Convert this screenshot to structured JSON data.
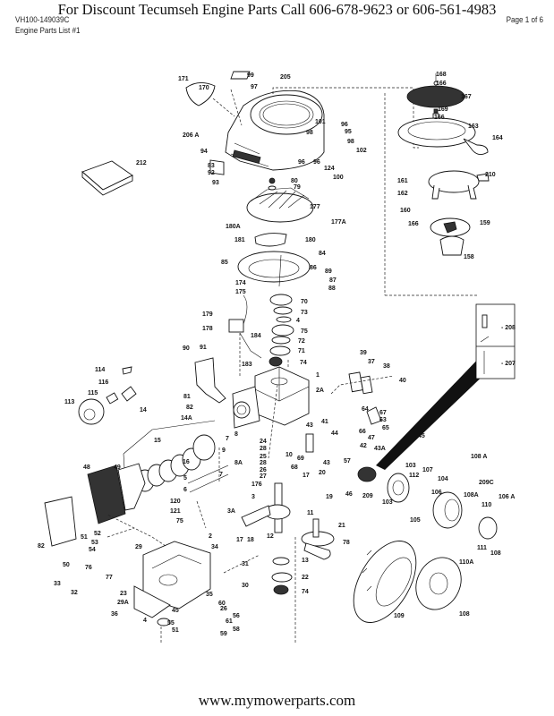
{
  "header": {
    "title": "For  Discount Tecumseh Engine Parts Call 606-678-9623 or 606-561-4983",
    "model": "VH100-149039C",
    "list_name": "Engine Parts List #1",
    "page": "Page 1 of 6"
  },
  "footer": {
    "url": "www.mymowerparts.com"
  },
  "diagram": {
    "title": "Exploded engine parts diagram",
    "inset_labels": [
      "208",
      "207"
    ],
    "callouts": [
      {
        "id": "c171",
        "label": "171"
      },
      {
        "id": "c170",
        "label": "170"
      },
      {
        "id": "c99",
        "label": "99"
      },
      {
        "id": "c97",
        "label": "97"
      },
      {
        "id": "c205",
        "label": "205"
      },
      {
        "id": "c206a",
        "label": "206 A"
      },
      {
        "id": "c94",
        "label": "94"
      },
      {
        "id": "c83a",
        "label": "83"
      },
      {
        "id": "c92",
        "label": "92"
      },
      {
        "id": "c93",
        "label": "93"
      },
      {
        "id": "c101",
        "label": "101"
      },
      {
        "id": "c96",
        "label": "96"
      },
      {
        "id": "c95",
        "label": "95"
      },
      {
        "id": "c98a",
        "label": "98"
      },
      {
        "id": "c98b",
        "label": "98"
      },
      {
        "id": "c102",
        "label": "102"
      },
      {
        "id": "c96b",
        "label": "96"
      },
      {
        "id": "c96c",
        "label": "96"
      },
      {
        "id": "c124",
        "label": "124"
      },
      {
        "id": "c100",
        "label": "100"
      },
      {
        "id": "c212",
        "label": "212"
      },
      {
        "id": "c80",
        "label": "80"
      },
      {
        "id": "c79",
        "label": "79"
      },
      {
        "id": "c177",
        "label": "177"
      },
      {
        "id": "c177a",
        "label": "177A"
      },
      {
        "id": "c180a",
        "label": "180A"
      },
      {
        "id": "c181",
        "label": "181"
      },
      {
        "id": "c180",
        "label": "180"
      },
      {
        "id": "c84",
        "label": "84"
      },
      {
        "id": "c85",
        "label": "85"
      },
      {
        "id": "c86",
        "label": "86"
      },
      {
        "id": "c89",
        "label": "89"
      },
      {
        "id": "c87",
        "label": "87"
      },
      {
        "id": "c88",
        "label": "88"
      },
      {
        "id": "c174",
        "label": "174"
      },
      {
        "id": "c175",
        "label": "175"
      },
      {
        "id": "c70",
        "label": "70"
      },
      {
        "id": "c73",
        "label": "73"
      },
      {
        "id": "c4",
        "label": "4"
      },
      {
        "id": "c75",
        "label": "75"
      },
      {
        "id": "c72",
        "label": "72"
      },
      {
        "id": "c71",
        "label": "71"
      },
      {
        "id": "c74",
        "label": "74"
      },
      {
        "id": "c179",
        "label": "179"
      },
      {
        "id": "c178",
        "label": "178"
      },
      {
        "id": "c184",
        "label": "184"
      },
      {
        "id": "c183",
        "label": "183"
      },
      {
        "id": "c168",
        "label": "168"
      },
      {
        "id": "c166a",
        "label": "166"
      },
      {
        "id": "c167",
        "label": "167"
      },
      {
        "id": "c169",
        "label": "169"
      },
      {
        "id": "c166b",
        "label": "166"
      },
      {
        "id": "c163",
        "label": "163"
      },
      {
        "id": "c164",
        "label": "164"
      },
      {
        "id": "c161",
        "label": "161"
      },
      {
        "id": "c162",
        "label": "162"
      },
      {
        "id": "c210",
        "label": "210"
      },
      {
        "id": "c160",
        "label": "160"
      },
      {
        "id": "c166c",
        "label": "166"
      },
      {
        "id": "c159",
        "label": "159"
      },
      {
        "id": "c158",
        "label": "158"
      },
      {
        "id": "c90",
        "label": "90"
      },
      {
        "id": "c91",
        "label": "91"
      },
      {
        "id": "c114",
        "label": "114"
      },
      {
        "id": "c116",
        "label": "116"
      },
      {
        "id": "c115",
        "label": "115"
      },
      {
        "id": "c113",
        "label": "113"
      },
      {
        "id": "c81",
        "label": "81"
      },
      {
        "id": "c82a",
        "label": "82"
      },
      {
        "id": "c14",
        "label": "14"
      },
      {
        "id": "c14a",
        "label": "14A"
      },
      {
        "id": "c15",
        "label": "15"
      },
      {
        "id": "c16",
        "label": "16"
      },
      {
        "id": "c7a",
        "label": "7"
      },
      {
        "id": "c9",
        "label": "9"
      },
      {
        "id": "c8",
        "label": "8"
      },
      {
        "id": "c8a",
        "label": "8A"
      },
      {
        "id": "c5",
        "label": "5"
      },
      {
        "id": "c6",
        "label": "6"
      },
      {
        "id": "c7b",
        "label": "7"
      },
      {
        "id": "c1",
        "label": "1"
      },
      {
        "id": "c2a",
        "label": "2A"
      },
      {
        "id": "c39",
        "label": "39"
      },
      {
        "id": "c37",
        "label": "37"
      },
      {
        "id": "c38",
        "label": "38"
      },
      {
        "id": "c40",
        "label": "40"
      },
      {
        "id": "c64",
        "label": "64"
      },
      {
        "id": "c67",
        "label": "67"
      },
      {
        "id": "c63",
        "label": "63"
      },
      {
        "id": "c65",
        "label": "65"
      },
      {
        "id": "c66",
        "label": "66"
      },
      {
        "id": "c47",
        "label": "47"
      },
      {
        "id": "c44",
        "label": "44"
      },
      {
        "id": "c42",
        "label": "42"
      },
      {
        "id": "c43a",
        "label": "43A"
      },
      {
        "id": "c41",
        "label": "41"
      },
      {
        "id": "c43",
        "label": "43"
      },
      {
        "id": "c43b",
        "label": "43"
      },
      {
        "id": "c10",
        "label": "10"
      },
      {
        "id": "c69",
        "label": "69"
      },
      {
        "id": "c68",
        "label": "68"
      },
      {
        "id": "c57",
        "label": "57"
      },
      {
        "id": "c46",
        "label": "46"
      },
      {
        "id": "c209",
        "label": "209"
      },
      {
        "id": "c45",
        "label": "45"
      },
      {
        "id": "c24",
        "label": "24"
      },
      {
        "id": "c28a",
        "label": "28"
      },
      {
        "id": "c25",
        "label": "25"
      },
      {
        "id": "c28b",
        "label": "28"
      },
      {
        "id": "c26",
        "label": "26"
      },
      {
        "id": "c27",
        "label": "27"
      },
      {
        "id": "c176",
        "label": "176"
      },
      {
        "id": "c17a",
        "label": "17"
      },
      {
        "id": "c20",
        "label": "20"
      },
      {
        "id": "c19",
        "label": "19"
      },
      {
        "id": "c3",
        "label": "3"
      },
      {
        "id": "c3a",
        "label": "3A"
      },
      {
        "id": "c11",
        "label": "11"
      },
      {
        "id": "c12",
        "label": "12"
      },
      {
        "id": "c17b",
        "label": "17"
      },
      {
        "id": "c18",
        "label": "18"
      },
      {
        "id": "c21",
        "label": "21"
      },
      {
        "id": "c78",
        "label": "78"
      },
      {
        "id": "c13",
        "label": "13"
      },
      {
        "id": "c22",
        "label": "22"
      },
      {
        "id": "c74b",
        "label": "74"
      },
      {
        "id": "c48",
        "label": "48"
      },
      {
        "id": "c49",
        "label": "49"
      },
      {
        "id": "c120",
        "label": "120"
      },
      {
        "id": "c121",
        "label": "121"
      },
      {
        "id": "c75b",
        "label": "75"
      },
      {
        "id": "c51",
        "label": "51"
      },
      {
        "id": "c52",
        "label": "52"
      },
      {
        "id": "c53",
        "label": "53"
      },
      {
        "id": "c54",
        "label": "54"
      },
      {
        "id": "c82b",
        "label": "82"
      },
      {
        "id": "c50",
        "label": "50"
      },
      {
        "id": "c2",
        "label": "2"
      },
      {
        "id": "c34",
        "label": "34"
      },
      {
        "id": "c29",
        "label": "29"
      },
      {
        "id": "c76",
        "label": "76"
      },
      {
        "id": "c77",
        "label": "77"
      },
      {
        "id": "c33",
        "label": "33"
      },
      {
        "id": "c32",
        "label": "32"
      },
      {
        "id": "c31",
        "label": "31"
      },
      {
        "id": "c30",
        "label": "30"
      },
      {
        "id": "c23",
        "label": "23"
      },
      {
        "id": "c35",
        "label": "35"
      },
      {
        "id": "c29a",
        "label": "29A"
      },
      {
        "id": "c36",
        "label": "36"
      },
      {
        "id": "c45b",
        "label": "45"
      },
      {
        "id": "c60",
        "label": "60"
      },
      {
        "id": "c26b",
        "label": "26"
      },
      {
        "id": "c56",
        "label": "56"
      },
      {
        "id": "c61",
        "label": "61"
      },
      {
        "id": "c55",
        "label": "55"
      },
      {
        "id": "c58",
        "label": "58"
      },
      {
        "id": "c51b",
        "label": "51"
      },
      {
        "id": "c59",
        "label": "59"
      },
      {
        "id": "c4b",
        "label": "4"
      },
      {
        "id": "c103a",
        "label": "103"
      },
      {
        "id": "c112",
        "label": "112"
      },
      {
        "id": "c107",
        "label": "107"
      },
      {
        "id": "c104",
        "label": "104"
      },
      {
        "id": "c103b",
        "label": "103"
      },
      {
        "id": "c105",
        "label": "105"
      },
      {
        "id": "c106",
        "label": "106"
      },
      {
        "id": "c108a",
        "label": "108A"
      },
      {
        "id": "c108a2",
        "label": "108 A"
      },
      {
        "id": "c209c",
        "label": "209C"
      },
      {
        "id": "c106a",
        "label": "106 A"
      },
      {
        "id": "c110",
        "label": "110"
      },
      {
        "id": "c111",
        "label": "111"
      },
      {
        "id": "c108",
        "label": "108"
      },
      {
        "id": "c110a",
        "label": "110A"
      },
      {
        "id": "c109",
        "label": "109"
      },
      {
        "id": "c108b",
        "label": "108"
      }
    ]
  }
}
